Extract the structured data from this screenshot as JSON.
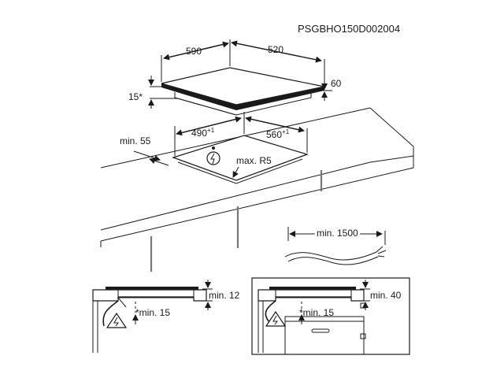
{
  "code": "PSGBHO150D002004",
  "hob": {
    "width": "590",
    "depth": "520",
    "height": "60",
    "tilt": "15*"
  },
  "cutout": {
    "width_main": "490",
    "width_sup": "+1",
    "depth_main": "560",
    "depth_sup": "+1",
    "min_edge": "min. 55",
    "radius": "max. R5"
  },
  "cable": {
    "min_length": "min. 1500"
  },
  "section_left": {
    "clearance_top": "min. 12",
    "clearance_bottom": "*min. 15"
  },
  "section_right": {
    "clearance_top": "min. 40",
    "clearance_bottom": "*min. 15"
  },
  "icons": [
    "warning-electric-icon",
    "bolt-warning-icon"
  ]
}
